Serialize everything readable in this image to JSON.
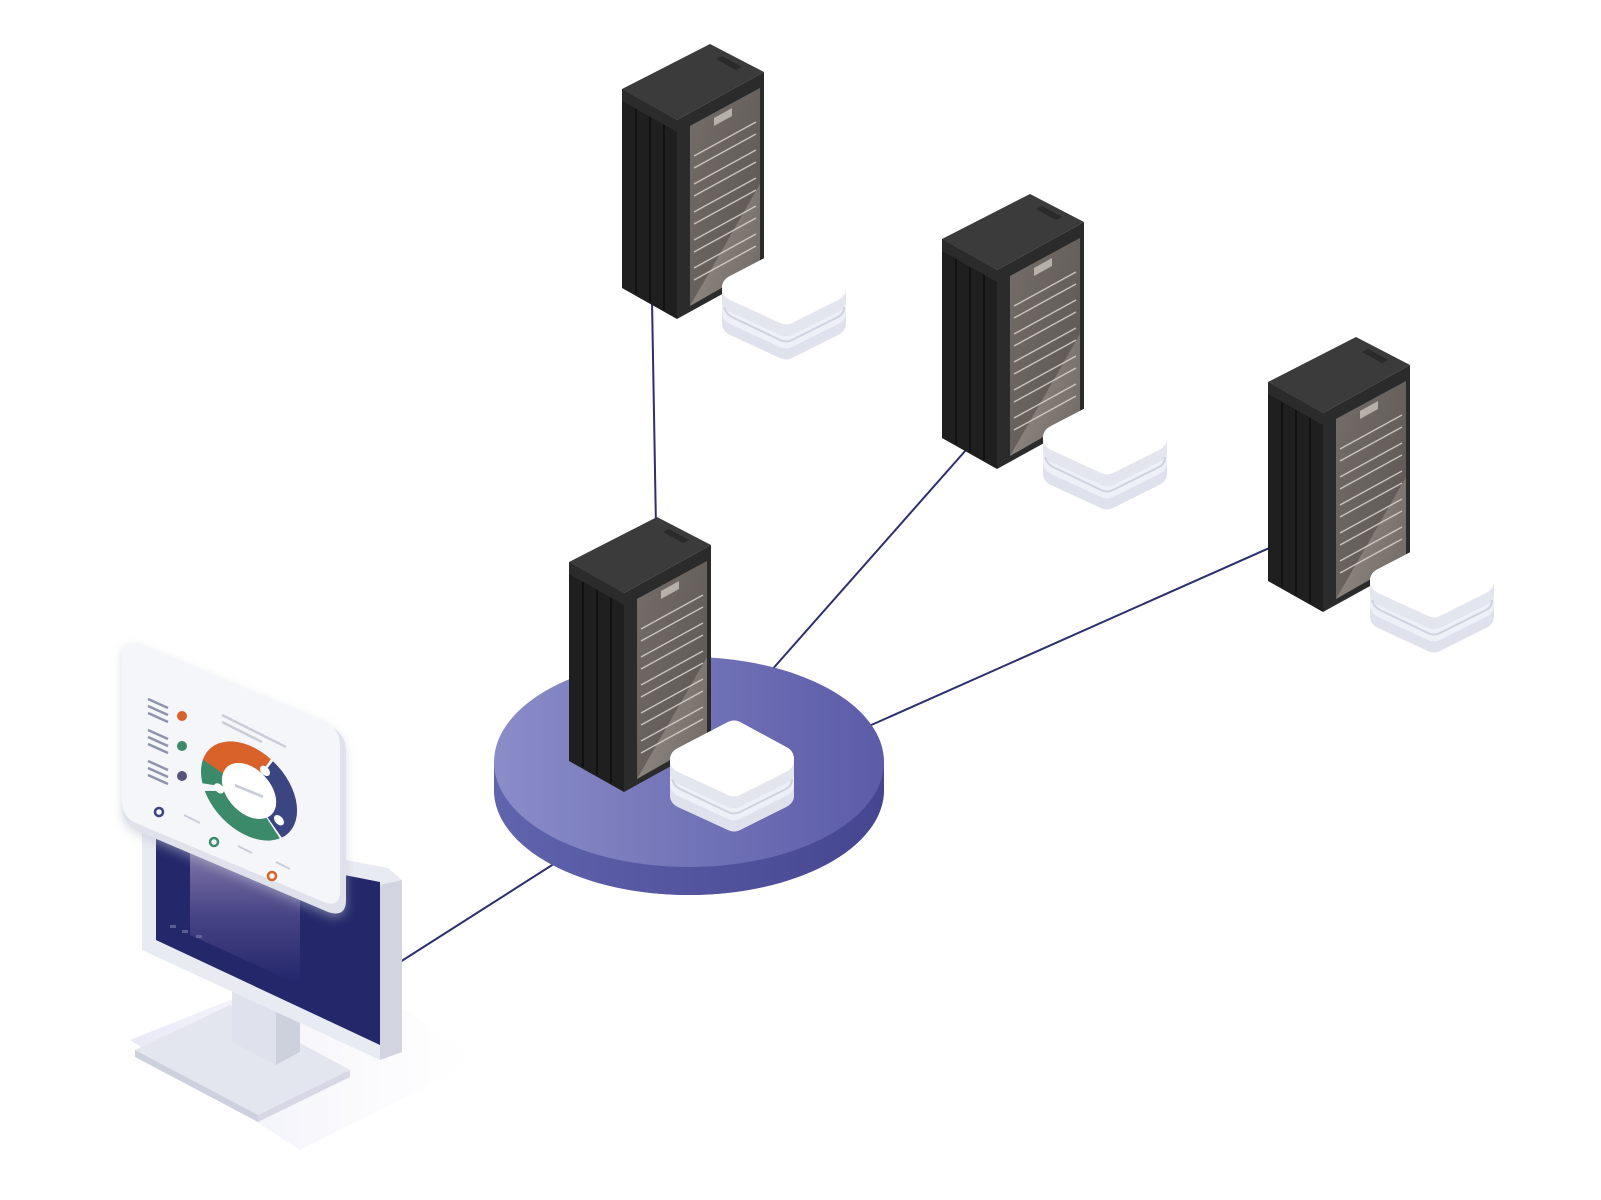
{
  "diagram": {
    "nodes": [
      {
        "id": "hub-server",
        "kind": "server-rack"
      },
      {
        "id": "server-top",
        "kind": "server-rack"
      },
      {
        "id": "server-middle",
        "kind": "server-rack"
      },
      {
        "id": "server-right",
        "kind": "server-rack"
      },
      {
        "id": "monitor",
        "kind": "monitor-dashboard"
      }
    ],
    "links": [
      {
        "from": "hub-server",
        "to": "server-top"
      },
      {
        "from": "hub-server",
        "to": "server-middle"
      },
      {
        "from": "hub-server",
        "to": "server-right"
      },
      {
        "from": "hub-server",
        "to": "monitor"
      }
    ],
    "icons": [
      "server-rack-icon",
      "database-stack-icon",
      "monitor-icon",
      "donut-chart-icon"
    ]
  },
  "colors": {
    "platform_light": "#8689c4",
    "platform_dark": "#5a5aa6",
    "platform_edge": "#4b4a92",
    "link_line": "#2d2f6e",
    "rack_top": "#3a3a3a",
    "rack_front": "#222222",
    "rack_side": "#2c2c2c",
    "rack_glass": "#8f8883",
    "db_white": "#ffffff",
    "db_shadow": "#dde0ea",
    "monitor_frame": "#eef0f5",
    "monitor_screen": "#262a6a",
    "donut_orange": "#d9622b",
    "donut_green": "#3b8a6b",
    "donut_navy": "#3a4582"
  }
}
